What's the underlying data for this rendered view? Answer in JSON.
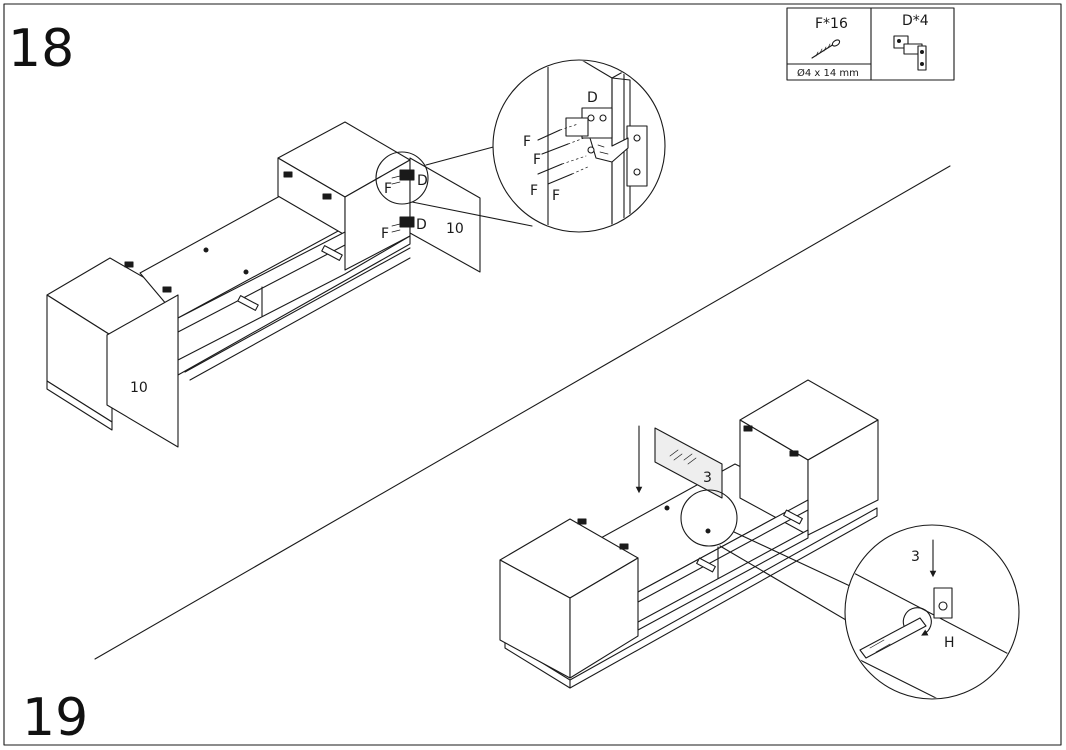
{
  "steps": {
    "top": "18",
    "bottom": "19"
  },
  "parts_box": {
    "screw": {
      "code": "F*16",
      "size": "Ø4 x 14 mm",
      "icon": "screw-icon"
    },
    "hinge": {
      "code": "D*4",
      "icon": "hinge-icon"
    }
  },
  "step18": {
    "panel_label": "10",
    "hinge_label": "D",
    "screw_label": "F",
    "detail_hinge_label": "D",
    "detail_screw_label": "F"
  },
  "step19": {
    "glass_label": "3",
    "detail_glass_label": "3",
    "detail_support_label": "H"
  }
}
